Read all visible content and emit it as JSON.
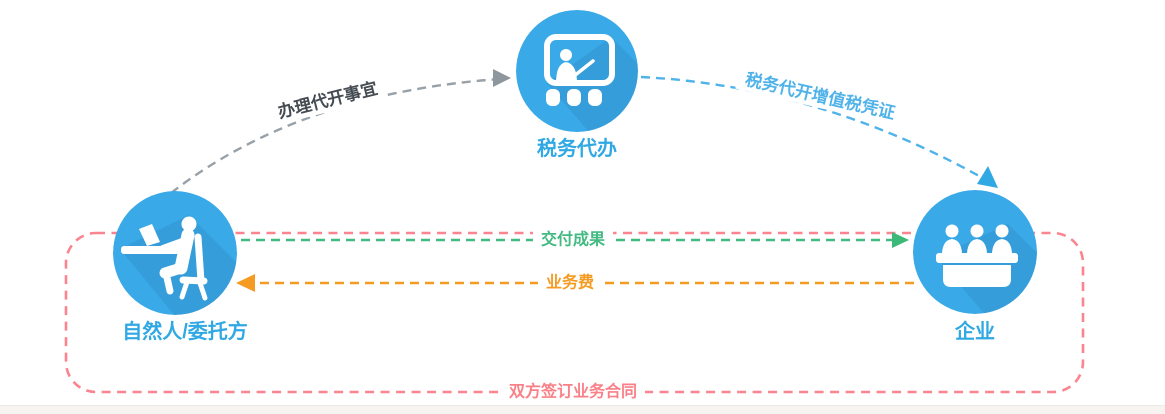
{
  "diagram": {
    "title_implied": "tax-agency-service-flow",
    "nodes": {
      "tax_agent": {
        "label": "税务代办",
        "icon": "presentation-icon"
      },
      "client": {
        "label": "自然人/委托方",
        "icon": "person-desk-icon"
      },
      "enterprise": {
        "label": "企业",
        "icon": "meeting-icon"
      }
    },
    "edges": {
      "handle_matters": {
        "label": "办理代开事宜",
        "from": "client",
        "to": "tax_agent",
        "color": "#99a1a8"
      },
      "vat_certificate": {
        "label": "税务代开增值税凭证",
        "from": "tax_agent",
        "to": "enterprise",
        "color": "#4fb3ea"
      },
      "deliver_results": {
        "label": "交付成果",
        "from": "client",
        "to": "enterprise",
        "color": "#42ba82"
      },
      "service_fee": {
        "label": "业务费",
        "from": "enterprise",
        "to": "client",
        "color": "#f59b22"
      },
      "contract": {
        "label": "双方签订业务合同",
        "between": [
          "client",
          "enterprise"
        ],
        "color": "#fa848f"
      }
    },
    "colors": {
      "node_fill": "#3aa9e8",
      "node_shadow": "rgba(21,86,134,0.14)",
      "node_label": "#2fa8e3",
      "gray_arrow": "#99a1a8",
      "gray_label": "#454b52",
      "cyan_arrow": "#4fb3ea",
      "green_arrow": "#42ba82",
      "orange_arrow": "#f59b22",
      "pink_border": "#fa848f",
      "background": "#ffffff"
    }
  }
}
